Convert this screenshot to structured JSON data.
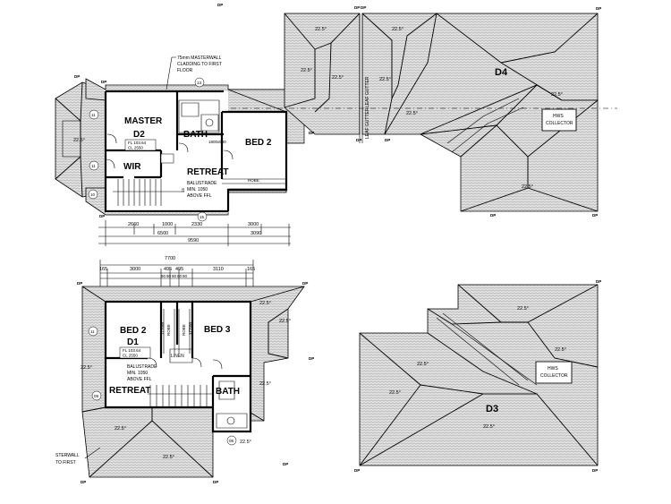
{
  "upper_plan": {
    "notes": {
      "masterwall": "75mm MASTERWALL",
      "cladding": "CLADDING TO FIRST",
      "floor": "FLOOR",
      "balustrade": "BALUSTRADE",
      "balustrade_min": "MIN. 1050",
      "above_ffl": "ABOVE FFL"
    },
    "rooms": {
      "master": "MASTER",
      "d2": "D2",
      "bath": "BATH",
      "bed2": "BED 2",
      "wir": "WIR",
      "retreat": "RETREAT",
      "robe": "ROBE",
      "fl": "FL 103.64",
      "cl": "CL 2550",
      "vanity": "1800x500"
    },
    "markers": {
      "m13": "13",
      "m11a": "11",
      "m11b": "11",
      "m10": "10",
      "m15": "15",
      "m15b": "15"
    },
    "pitch": "22.5°",
    "dims": {
      "d2660": "2660",
      "d1000": "1000",
      "d2330": "2330",
      "d3000": "3000",
      "d6500": "6500",
      "d3090": "3090",
      "d9590": "9590"
    }
  },
  "roof_d4": {
    "label": "D4",
    "gutter_a": "LEAF GUTTER",
    "gutter_b": "LEAF GUTTER",
    "hws_1": "HWS",
    "hws_2": "COLLECTOR",
    "dp": "DP"
  },
  "lower_plan": {
    "dims": {
      "d7700": "7700",
      "d165a": "165",
      "d3000": "3000",
      "d495a": "495",
      "d495b": "495",
      "d3110": "3110",
      "d165b": "165",
      "d90a": "90",
      "d90b": "90",
      "d90c": "90",
      "d90d": "90",
      "d90e": "90"
    },
    "rooms": {
      "bed2": "BED 2",
      "d1": "D1",
      "bed3": "BED 3",
      "retreat": "RETREAT",
      "bath": "BATH",
      "robe1": "ROBE",
      "robe2": "ROBE",
      "linen": "LINEN",
      "fl": "FL 103.64",
      "cl": "CL 2550",
      "w1": "1770W",
      "w2": "1770W"
    },
    "notes": {
      "balustrade": "BALUSTRADE",
      "balustrade_min": "MIN. 1050",
      "above_ffl": "ABOVE FFL",
      "masterwall_a": "STERWALL",
      "masterwall_b": "TO FIRST"
    },
    "markers": {
      "m11": "11",
      "m09": "09",
      "m08": "08"
    },
    "pitch": "22.5°"
  },
  "roof_d3": {
    "label": "D3",
    "hws_1": "HWS",
    "hws_2": "COLLECTOR",
    "pitch": "22.5°"
  }
}
